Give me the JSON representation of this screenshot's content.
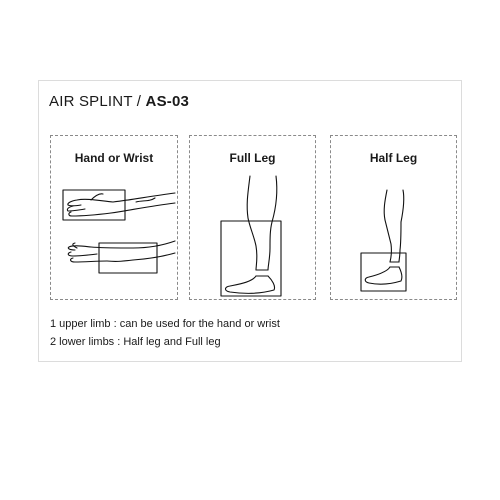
{
  "title": {
    "product": "AIR SPLINT /",
    "code": "AS-03"
  },
  "panels": [
    {
      "label": "Hand or Wrist",
      "illustration": "arm-splint-icon"
    },
    {
      "label": "Full Leg",
      "illustration": "full-leg-splint-icon"
    },
    {
      "label": "Half Leg",
      "illustration": "half-leg-splint-icon"
    }
  ],
  "notes": [
    "1 upper limb : can be used for the hand or wrist",
    "2 lower limbs : Half leg and Full leg"
  ]
}
